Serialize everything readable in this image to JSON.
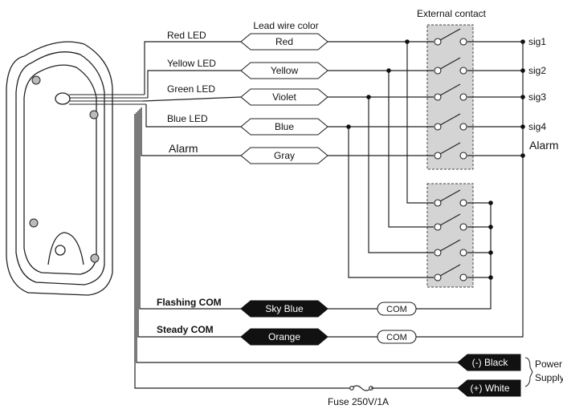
{
  "header": {
    "lead_wire_color": "Lead wire color",
    "external_contact": "External contact"
  },
  "rows": [
    {
      "name": "Red LED",
      "color": "Red",
      "signal": "sig1"
    },
    {
      "name": "Yellow LED",
      "color": "Yellow",
      "signal": "sig2"
    },
    {
      "name": "Green LED",
      "color": "Violet",
      "signal": "sig3"
    },
    {
      "name": "Blue LED",
      "color": "Blue",
      "signal": "sig4"
    },
    {
      "name": "Alarm",
      "color": "Gray",
      "signal": "Alarm"
    }
  ],
  "commons": [
    {
      "name": "Flashing COM",
      "color": "Sky Blue",
      "terminal": "COM"
    },
    {
      "name": "Steady  COM",
      "color": "Orange",
      "terminal": "COM"
    }
  ],
  "power": {
    "black": "(-) Black",
    "white": "(+) White",
    "label_line1": "Power",
    "label_line2": "Supply",
    "fuse": "Fuse 250V/1A"
  },
  "colors": {
    "contact_box": "#d4d4d4",
    "dark_tag": "#111111"
  }
}
